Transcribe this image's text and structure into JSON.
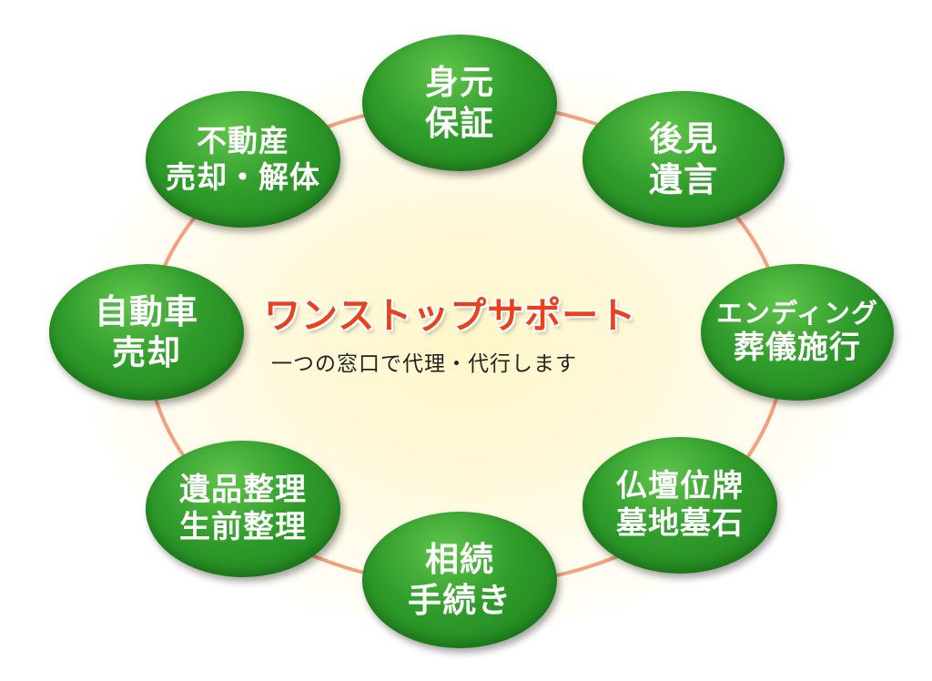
{
  "diagram": {
    "center": {
      "title": "ワンストップサポート",
      "subtitle": "一つの窓口で代理・代行します"
    },
    "nodes": [
      {
        "id": "mimoto-hosho",
        "lines": [
          "身元",
          "保証"
        ]
      },
      {
        "id": "kouken-yuigon",
        "lines": [
          "後見",
          "遺言"
        ]
      },
      {
        "id": "ending-sougi",
        "lines": [
          "エンディング",
          "葬儀施行"
        ]
      },
      {
        "id": "butsudan-bochi",
        "lines": [
          "仏壇位牌",
          "墓地墓石"
        ]
      },
      {
        "id": "souzoku-tetsuzuki",
        "lines": [
          "相続",
          "手続き"
        ]
      },
      {
        "id": "ihin-seizen",
        "lines": [
          "遺品整理",
          "生前整理"
        ]
      },
      {
        "id": "jidousha-baikyaku",
        "lines": [
          "自動車",
          "売却"
        ]
      },
      {
        "id": "fudousan-baikyaku",
        "lines": [
          "不動産",
          "売却・解体"
        ]
      }
    ],
    "colors": {
      "node_green": "#2f9c2b",
      "ring": "#f4a07e",
      "title": "#e9421b",
      "glow": "#fff6c8"
    }
  }
}
